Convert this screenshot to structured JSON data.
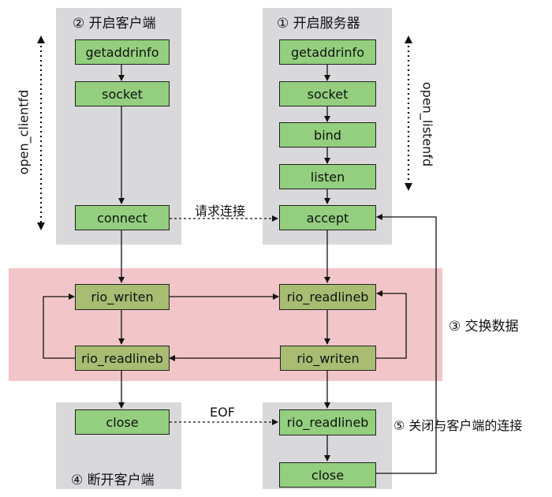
{
  "client_open_panel": {
    "title": "② 开启客户端",
    "side_label": "open_clientfd"
  },
  "server_open_panel": {
    "title": "① 开启服务器",
    "side_label": "open_listenfd"
  },
  "client_close_panel": {
    "title": "④ 断开客户端"
  },
  "exchange_band": {
    "title": "③ 交换数据"
  },
  "server_close_note": "⑤ 关闭与客户端的连接",
  "edge_labels": {
    "request": "请求连接",
    "eof": "EOF"
  },
  "nodes": {
    "c_getaddrinfo": "getaddrinfo",
    "c_socket": "socket",
    "c_connect": "connect",
    "c_rio_writen": "rio_writen",
    "c_rio_readlineb": "rio_readlineb",
    "c_close": "close",
    "s_getaddrinfo": "getaddrinfo",
    "s_socket": "socket",
    "s_bind": "bind",
    "s_listen": "listen",
    "s_accept": "accept",
    "s_rio_readlineb": "rio_readlineb",
    "s_rio_writen": "rio_writen",
    "s_rio_readlineb_eof": "rio_readlineb",
    "s_close": "close"
  },
  "colors": {
    "node_fill": "#93cf7e",
    "exchange_node_fill": "#a8bc72",
    "panel": "#d9d9dc",
    "band": "#f2c6c8"
  }
}
